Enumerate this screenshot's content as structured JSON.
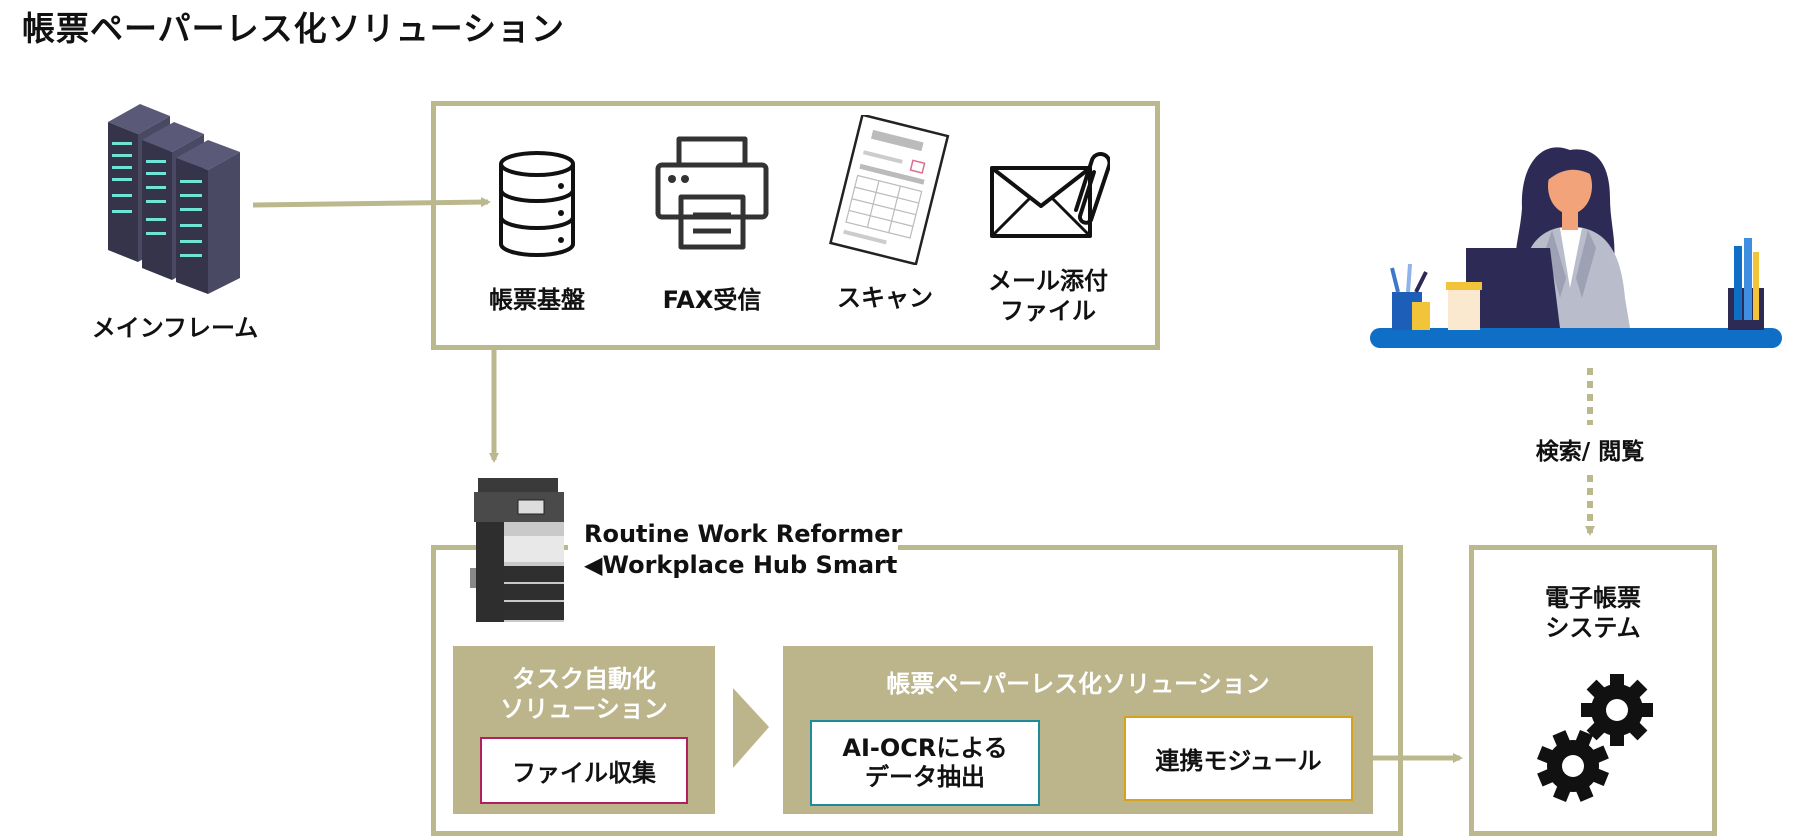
{
  "title": "帳票ペーパーレス化ソリューション",
  "colors": {
    "frame": "#bcb88e",
    "panel": "#bcb58c",
    "arrow": "#bcb88e",
    "ocr_border": "#1f8a9a",
    "collect_border": "#b0205f",
    "module_border": "#d6a21c",
    "desk_blue": "#0f6fc6"
  },
  "sources": {
    "mainframe": "メインフレーム",
    "db": "帳票基盤",
    "fax": "FAX受信",
    "scan": "スキャン",
    "mail": "メール添付\nファイル"
  },
  "rwr": {
    "line1": "Routine Work Reformer",
    "line2": "◀Workplace Hub Smart"
  },
  "task_panel": {
    "title": "タスク自動化\nソリューション",
    "box": "ファイル収集"
  },
  "paperless_panel": {
    "title": "帳票ペーパーレス化ソリューション",
    "ocr": "AI-OCRによる\nデータ抽出",
    "module": "連携モジュール"
  },
  "search_label": "検索/ 閲覧",
  "system_label": "電子帳票\nシステム",
  "icons": [
    "server-icon",
    "database-icon",
    "printer-icon",
    "document-icon",
    "mail-icon",
    "mfp-icon",
    "user-icon",
    "gear-icon"
  ]
}
